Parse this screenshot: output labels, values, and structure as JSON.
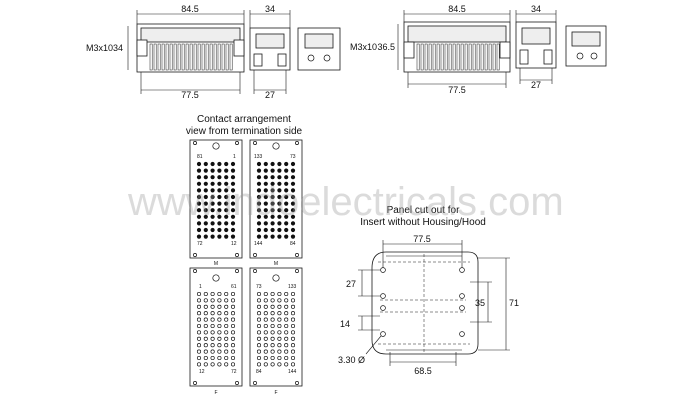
{
  "watermark": "www.indoelectricals.com",
  "top_left": {
    "width_top": "84.5",
    "height_side": "34",
    "screw": "M3x10",
    "width_bottom": "77.5",
    "side_width_top": "34",
    "side_width_bottom": "27"
  },
  "top_right": {
    "width_top": "84.5",
    "height_side": "36.5",
    "screw": "M3x10",
    "width_bottom": "77.5",
    "side_width_top": "34",
    "side_width_bottom": "27"
  },
  "contact_arrangement": {
    "title_line1": "Contact arrangement",
    "title_line2": "view from termination side",
    "male_1": {
      "top_left": "81",
      "top_right": "1",
      "bottom_left": "72",
      "bottom_right": "12",
      "letter": "M"
    },
    "male_2": {
      "top_left": "133",
      "top_right": "73",
      "bottom_left": "144",
      "bottom_right": "84",
      "letter": "M"
    },
    "female_1": {
      "top_left": "1",
      "top_right": "61",
      "bottom_left": "12",
      "bottom_right": "72",
      "letter": "F"
    },
    "female_2": {
      "top_left": "73",
      "top_right": "133",
      "bottom_left": "84",
      "bottom_right": "144",
      "letter": "F"
    }
  },
  "panel_cutout": {
    "title_line1": "Panel cut out for",
    "title_line2": "Insert without Housing/Hood",
    "dim_top": "77.5",
    "dim_27": "27",
    "dim_35": "35",
    "dim_71": "71",
    "dim_14": "14",
    "dim_hole": "3.30 Ø",
    "dim_bottom": "68.5"
  }
}
